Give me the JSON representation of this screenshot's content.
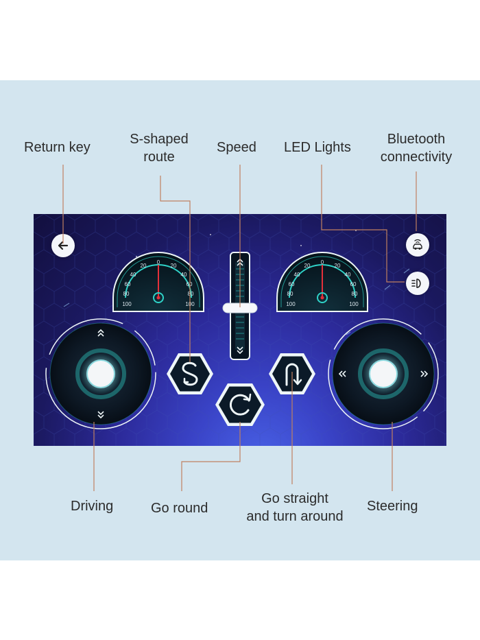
{
  "callouts": {
    "return_key": "Return key",
    "s_shaped_route": "S-shaped\nroute",
    "speed": "Speed",
    "led_lights": "LED Lights",
    "bluetooth": "Bluetooth\nconnectivity",
    "driving": "Driving",
    "go_round": "Go round",
    "go_straight": "Go straight\nand turn around",
    "steering": "Steering"
  },
  "gauges": {
    "left": {
      "ticks_left": [
        "20",
        "40",
        "60",
        "80",
        "100"
      ],
      "tick_center": "0",
      "ticks_right": [
        "20",
        "40",
        "60",
        "80",
        "100"
      ]
    },
    "right": {
      "ticks_left": [
        "20",
        "40",
        "60",
        "80",
        "100"
      ],
      "tick_center": "0",
      "ticks_right": [
        "20",
        "40",
        "60",
        "80",
        "100"
      ]
    }
  },
  "icons": {
    "return": "arrow-left-icon",
    "bluetooth": "car-signal-icon",
    "led": "headlight-icon",
    "s_route": "s-route-icon",
    "go_round": "rotate-icon",
    "u_turn": "u-turn-icon"
  },
  "colors": {
    "accent": "#2fd3c8",
    "needle": "#e5303a",
    "callout_line": "#c08060",
    "band": "#d3e5ef"
  }
}
